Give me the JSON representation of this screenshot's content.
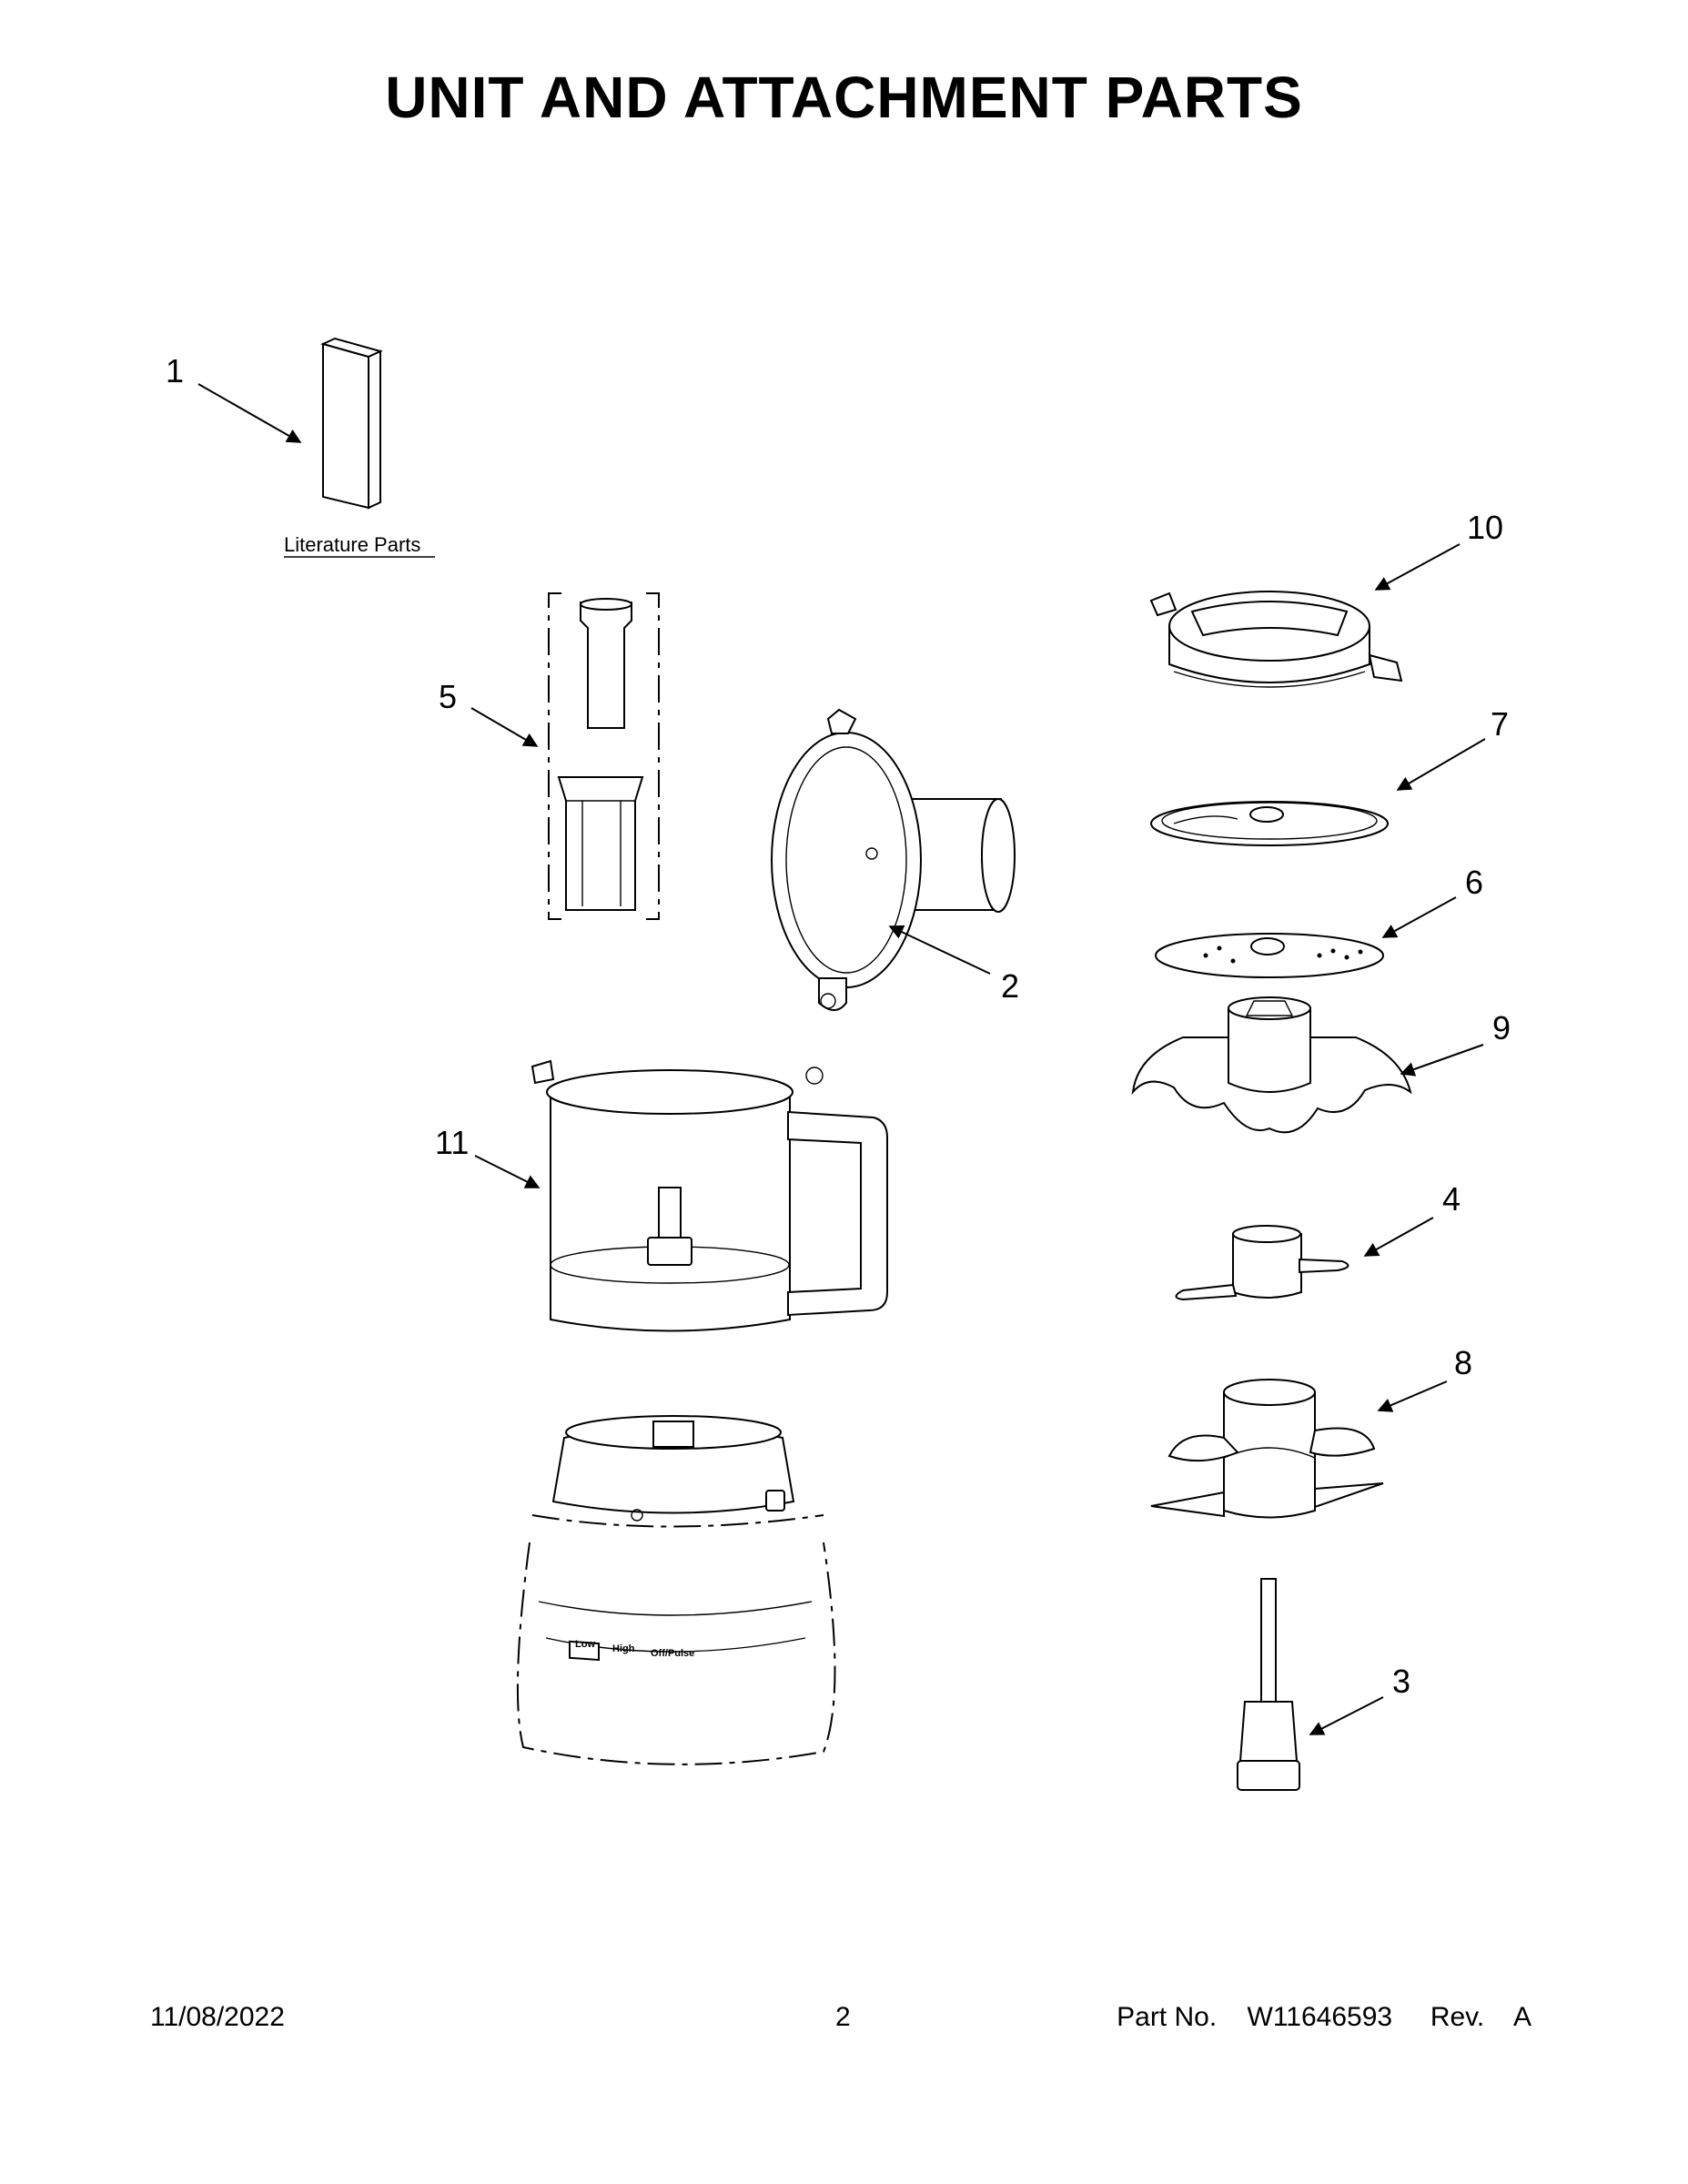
{
  "title": "UNIT AND ATTACHMENT PARTS",
  "literature_caption": "Literature Parts",
  "callouts": [
    "1",
    "2",
    "3",
    "4",
    "5",
    "6",
    "7",
    "8",
    "9",
    "10",
    "11"
  ],
  "base_buttons": [
    "Low",
    "High",
    "Off/Pulse"
  ],
  "footer": {
    "date": "11/08/2022",
    "page_number": "2",
    "part_label": "Part No.",
    "part_number": "W11646593",
    "rev_label": "Rev.",
    "rev": "A"
  }
}
